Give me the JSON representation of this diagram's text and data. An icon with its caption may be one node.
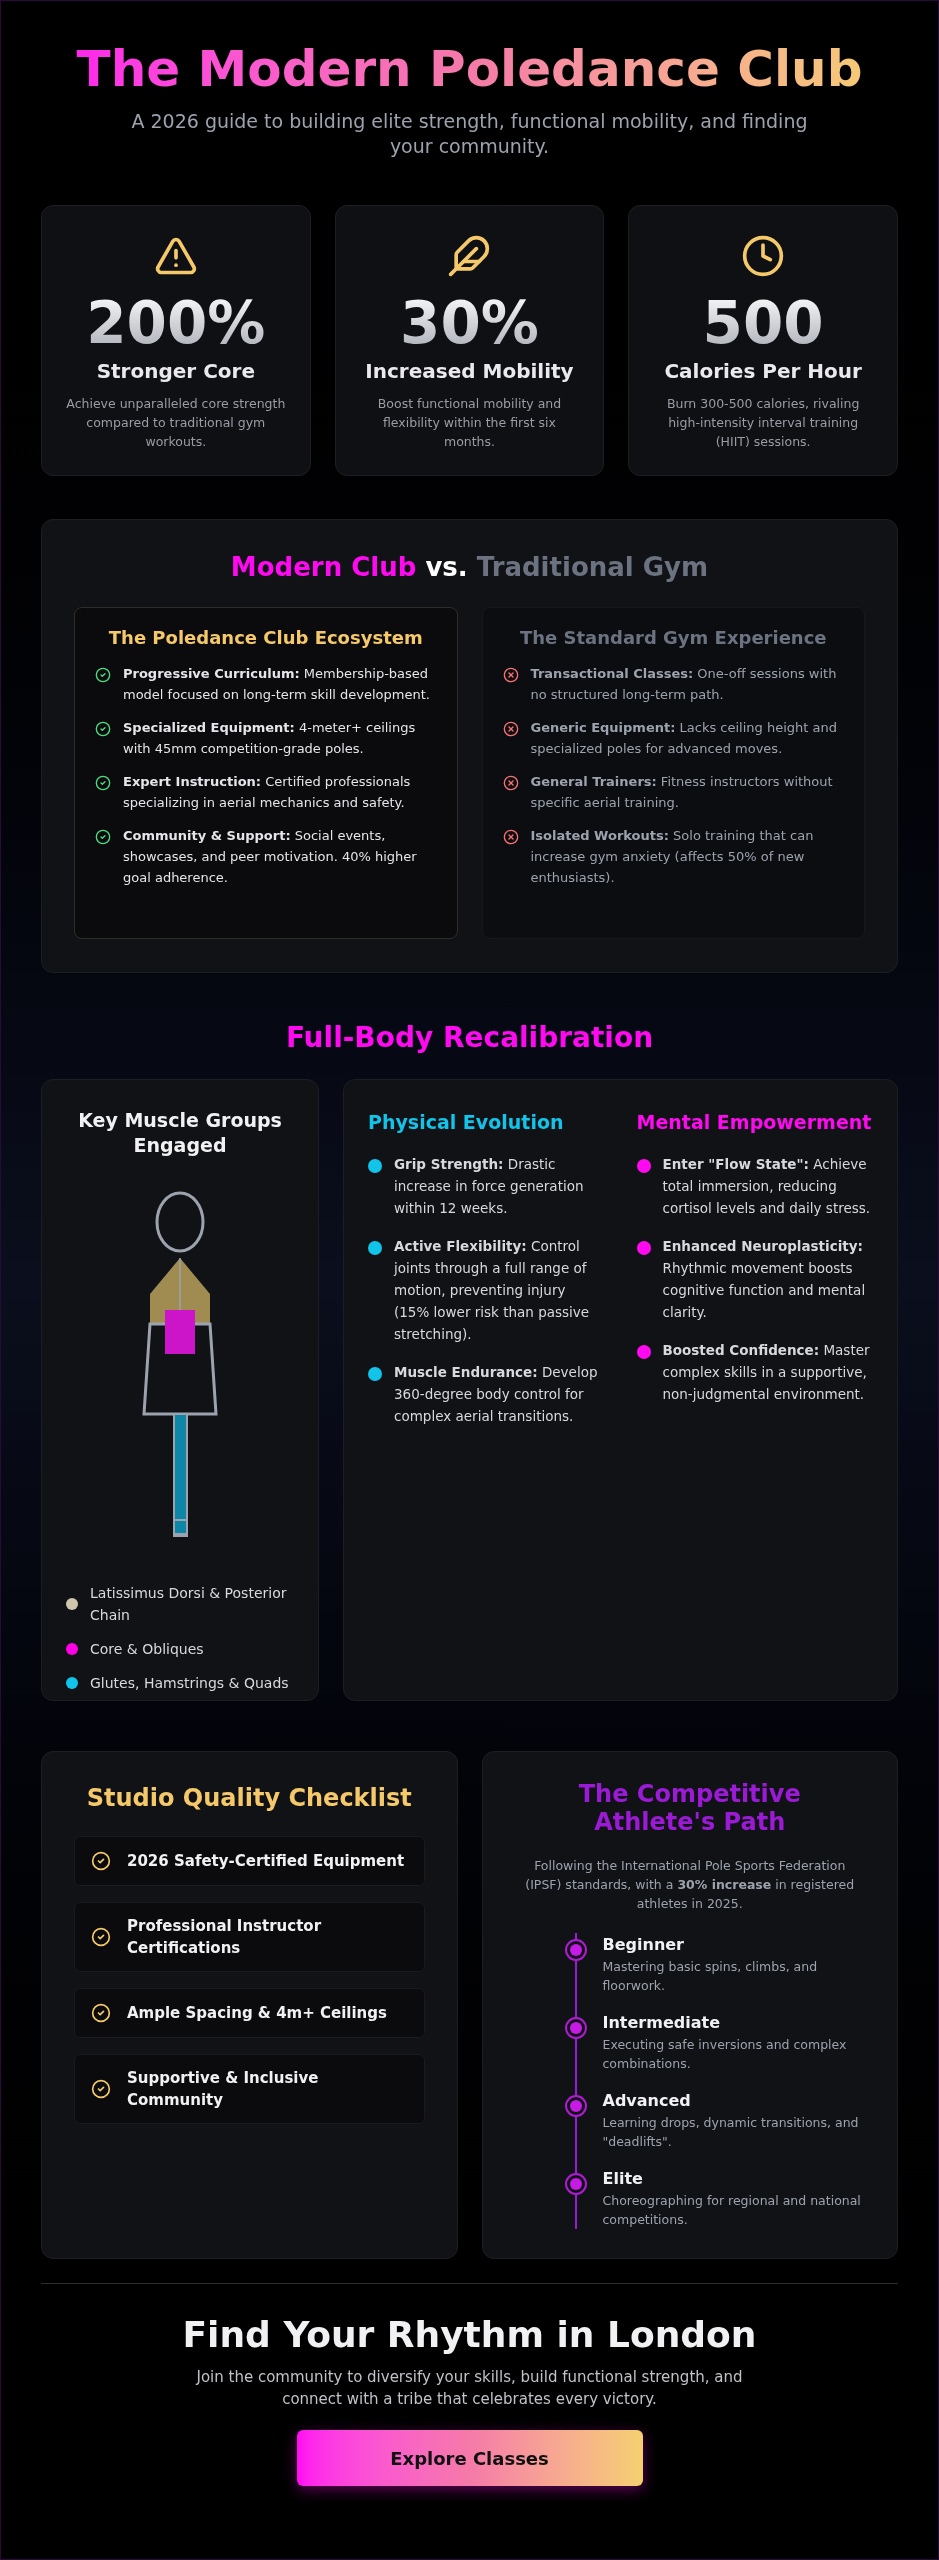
{
  "diagram": {
    "title": "The Modern Poledance Club",
    "nodes": [
      {
        "text": [
          "200%",
          "Stronger Core",
          "Achieve unparalleled core strength compared to traditional gym workouts."
        ]
      },
      {
        "text": [
          "30%",
          "Increased Mobility",
          "Boost functional mobility and flexibility within the first six months."
        ]
      },
      {
        "text": [
          "500",
          "Calories Per Hour",
          "Burn 300-500 calories, rivaling high-intensity interval training (HIIT) sessions."
        ]
      },
      {
        "text": [
          "Modern Club",
          "vs.",
          "Traditional Gym"
        ]
      },
      {
        "text": [
          "The Poledance Club Ecosystem",
          "**Progressive Curriculum:** Membership-based model focused on long-term skill development.",
          "**Specialized Equipment:** 4-meter+ ceilings with 45mm competition-grade poles.",
          "**Expert Instruction:** Certified professionals specializing in aerial mechanics and safety.",
          "**Community & Support:** Social events, showcases, and peer motivation. 40% higher goal adherence."
        ],
        "in": 3
      },
      {
        "text": [
          "The Standard Gym Experience",
          "**Transactional Classes:** One-off sessions with no structured long-term path.",
          "**Generic Equipment:** Lacks ceiling height and specialized poles for advanced moves.",
          "**General Trainers:** Fitness instructors without specific aerial training.",
          "**Isolated Workouts:** Solo training that can increase gym anxiety (affects 50% of new enthusiasts)."
        ],
        "in": 3
      },
      {
        "text": [
          "Key Muscle Groups Engaged"
        ]
      },
      {
        "text": [
          "Physical Evolution",
          "**Grip Strength:** Drastic increase in force generation within 12 weeks.",
          "**Active Flexibility:** Control joints through a full range of motion, preventing injury (15% lower risk than passive stretching).",
          "**Muscle Endurance:** Develop 360-degree body control for complex aerial transitions.",
          "Mental Empowerment",
          "**Enter \"Flow State\":** Achieve total immersion, reducing cortisol levels and daily stress.",
          "**Enhanced Neuroplasticity:** Rhythmic movement boosts cognitive function and mental clarity.",
          "**Boosted Confidence:** Master complex skills in a supportive, non-judgmental environment."
        ]
      },
      {
        "text": [
          "Studio Quality Checklist"
        ]
      },
      {
        "text": [
          "2026 Safety-Certified Equipment"
        ],
        "in": 8
      },
      {
        "text": [
          "Professional Instructor Certifications"
        ],
        "in": 8
      },
      {
        "text": [
          "Ample Spacing & 4m+ Ceilings"
        ],
        "in": 8
      },
      {
        "text": [
          "Supportive & Inclusive Community"
        ],
        "in": 8
      },
      {
        "text": [
          "The Competitive Athlete's Path",
          "Following the International Pole Sports Federation (IPSF) standards, with a **30% increase** in registered athletes in 2025.",
          "Beginner",
          "Mastering basic spins, climbs, and floorwork.",
          "Intermediate",
          "Executing safe inversions and complex combinations.",
          "Advanced",
          "Learning drops, dynamic transitions, and \"deadlifts\".",
          "Elite",
          "Choreographing for regional and national competitions."
        ]
      },
      {
        "text": [
          "Explore Classes"
        ]
      }
    ],
    "labels": [
      "A 2026 guide to building elite strength, functional mobility, and finding your community.",
      "Full-Body Recalibration",
      "Find Your Rhythm in London",
      "Join the community to diversify your skills, build functional strength, and connect with a tribe that celebrates every victory."
    ],
    "legend": [
      {
        "text": "Latissimus Dorsi & Posterior Chain",
        "color": "#cfc6ad"
      },
      {
        "text": "Core & Obliques",
        "color": "#ff00e6"
      },
      {
        "text": "Glutes, Hamstrings & Quads",
        "color": "#10c4ea"
      }
    ]
  }
}
